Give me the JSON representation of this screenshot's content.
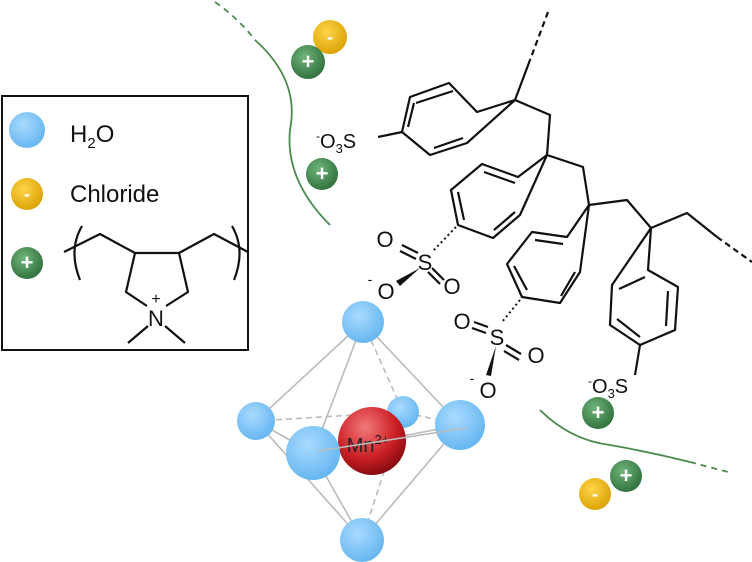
{
  "legend": {
    "water_label": "H",
    "water_sub": "2",
    "water_tail": "O",
    "chloride_label": "Chloride",
    "cation_symbol": "+",
    "anion_symbol": "-",
    "nitrogen": "N",
    "nitrogen_charge": "+"
  },
  "labels": {
    "mn": "Mn",
    "mn_charge": "2+",
    "oxygen": "O",
    "sulfur": "S",
    "minus": "-",
    "sulfonate_o3": "O",
    "sulfonate_sub": "3",
    "sulfonate_s": "S"
  },
  "colors": {
    "water": "#7cc3f5",
    "chloride": "#f0b400",
    "cation": "#3f8a4a",
    "manganese": "#d0202a"
  }
}
